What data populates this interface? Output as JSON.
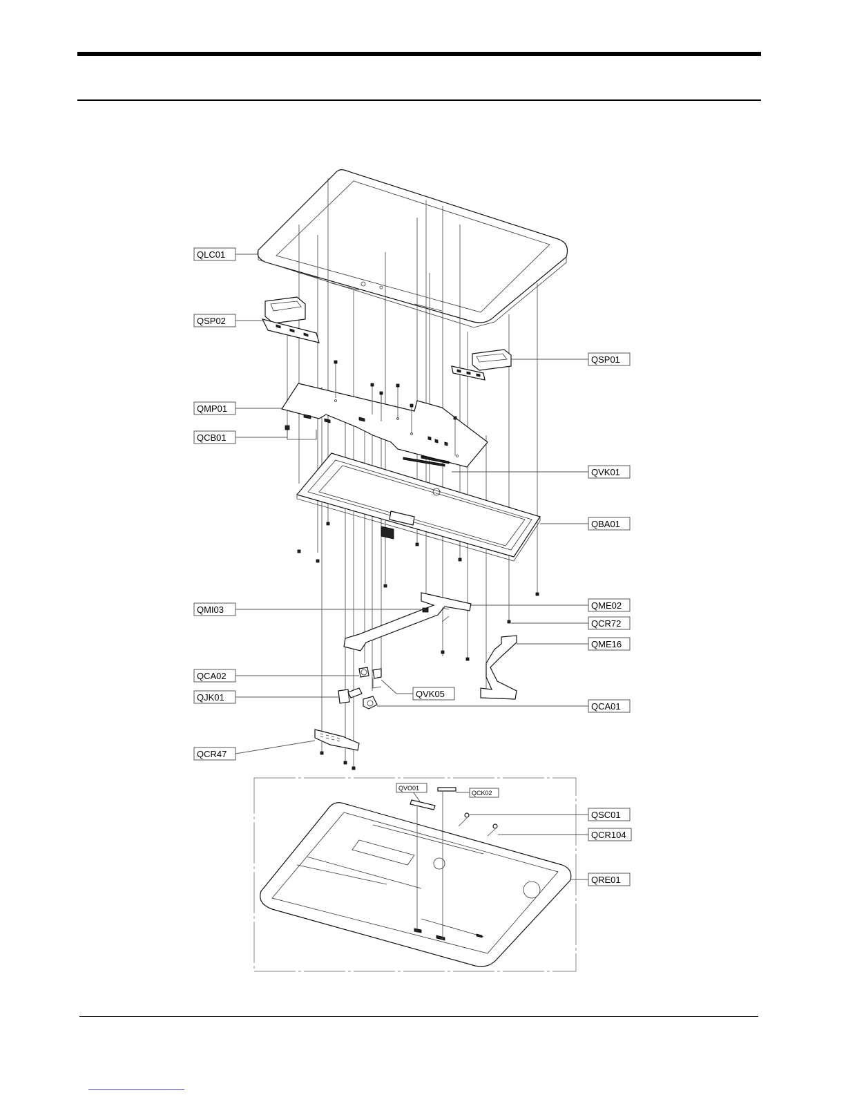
{
  "labels": {
    "QLC01": "QLC01",
    "QSP02": "QSP02",
    "QSP01": "QSP01",
    "QMP01": "QMP01",
    "QCB01": "QCB01",
    "QVK01": "QVK01",
    "QBA01": "QBA01",
    "QMI03": "QMI03",
    "QME02": "QME02",
    "QCR72": "QCR72",
    "QME16": "QME16",
    "QCA02": "QCA02",
    "QVK05": "QVK05",
    "QJK01": "QJK01",
    "QCA01": "QCA01",
    "QCR47": "QCR47",
    "QVO01": "QVO01",
    "QCK02": "QCK02",
    "QSC01": "QSC01",
    "QCR104": "QCR104",
    "QRE01": "QRE01"
  }
}
